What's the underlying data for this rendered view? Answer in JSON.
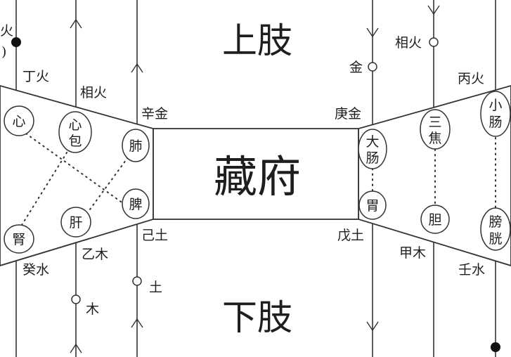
{
  "labels": {
    "upper_limb": "上肢",
    "lower_limb": "下肢",
    "center": "藏府",
    "fire_top_left": "火",
    "fire_top_left_sub": ")",
    "ding_huo": "丁火",
    "xiang_huo_left": "相火",
    "xin_jin": "辛金",
    "ji_tu": "己土",
    "yi_mu": "乙木",
    "gui_shui": "癸水",
    "tu": "土",
    "mu": "木",
    "geng_jin": "庚金",
    "wu_tu": "戊土",
    "jin": "金",
    "xiang_huo_right": "相火",
    "bing_huo": "丙火",
    "jia_mu": "甲木",
    "ren_shui": "壬水"
  },
  "organs_left": {
    "heart": "心",
    "pericardium_1": "心",
    "pericardium_2": "包",
    "lung": "肺",
    "spleen": "脾",
    "liver": "肝",
    "kidney": "腎"
  },
  "organs_right": {
    "large_intestine_1": "大",
    "large_intestine_2": "肠",
    "stomach": "胃",
    "san_jiao_1": "三",
    "san_jiao_2": "焦",
    "gallbladder": "胆",
    "small_intestine_1": "小",
    "small_intestine_2": "肠",
    "bladder_1": "膀",
    "bladder_2": "胱"
  }
}
